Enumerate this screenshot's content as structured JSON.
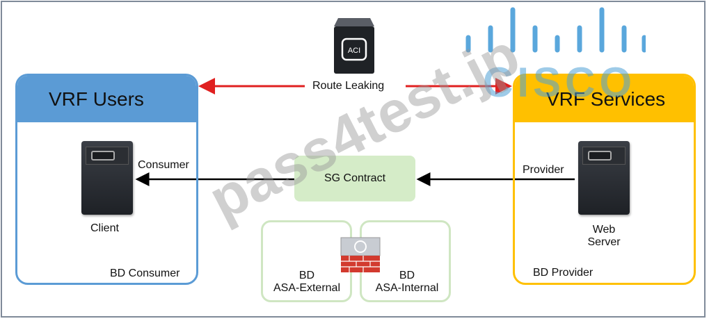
{
  "watermark": "pass4test.jp",
  "logo": {
    "text": "CISCO"
  },
  "top_icon": {
    "text": "ACI"
  },
  "route_leaking": "Route Leaking",
  "vrf_users": {
    "title": "VRF Users",
    "consumer_label": "Consumer",
    "client_label": "Client",
    "bd_label": "BD Consumer"
  },
  "vrf_services": {
    "title": "VRF Services",
    "provider_label": "Provider",
    "server_line1": "Web",
    "server_line2": "Server",
    "bd_label": "BD Provider"
  },
  "sg_contract": "SG Contract",
  "bd_external": {
    "line1": "BD",
    "line2": "ASA-External"
  },
  "bd_internal": {
    "line1": "BD",
    "line2": "ASA-Internal"
  },
  "colors": {
    "users": "#5b9bd5",
    "services": "#ffc000",
    "route_arrow": "#e02020",
    "contract": "#d5ecc8"
  }
}
